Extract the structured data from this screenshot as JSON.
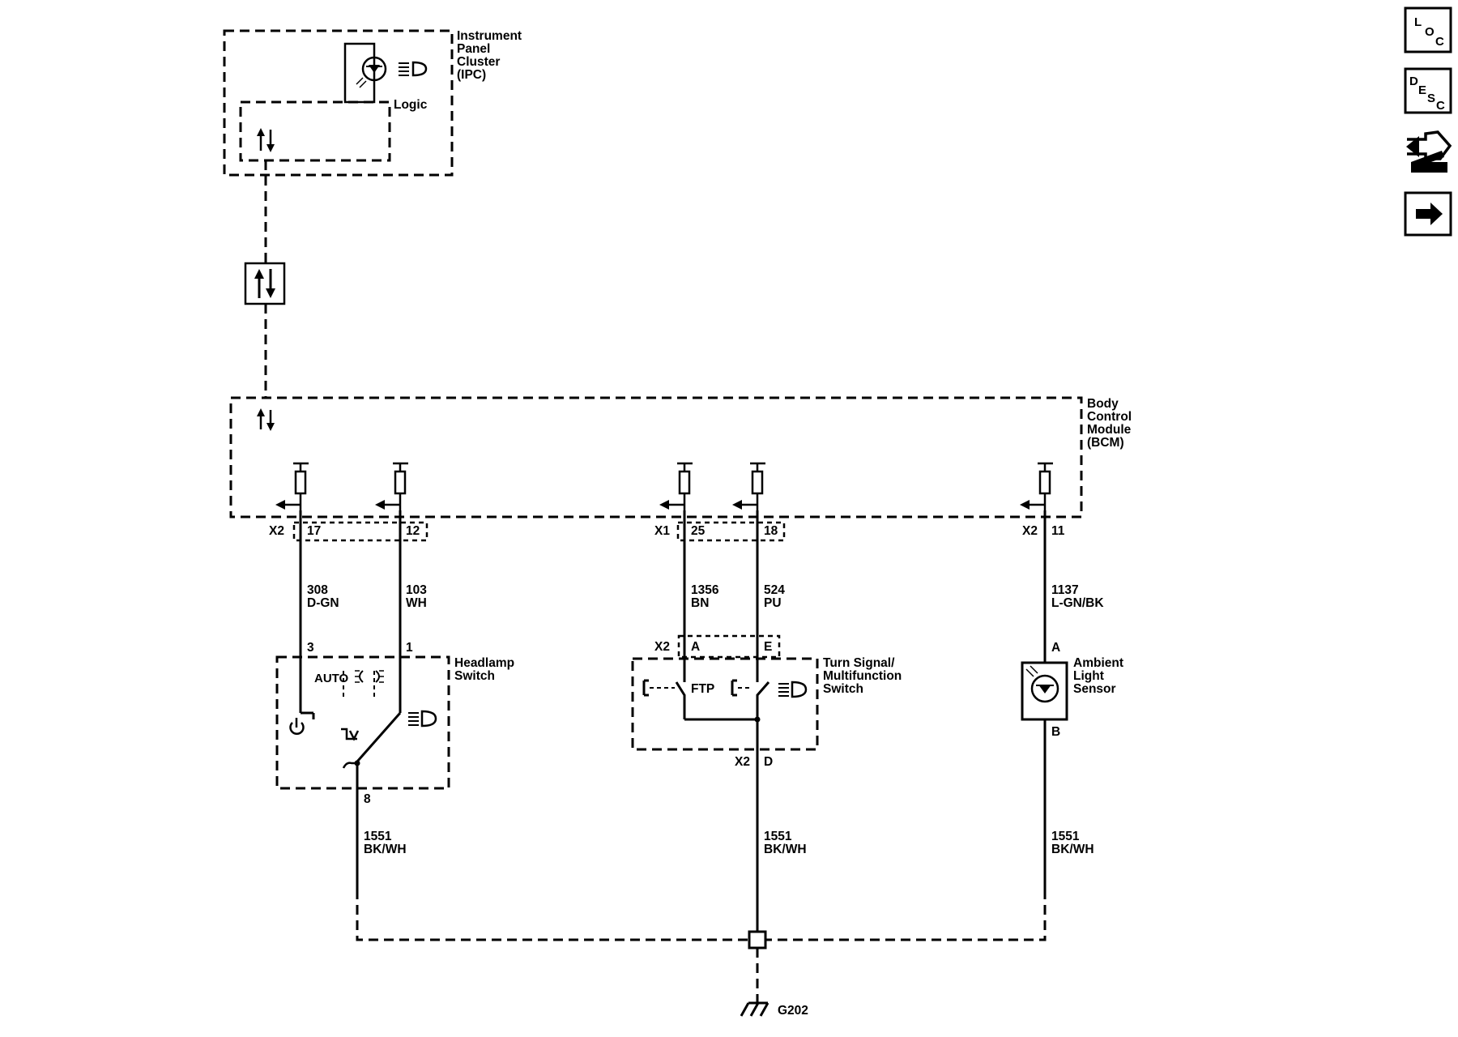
{
  "modules": {
    "ipc": {
      "name_lines": [
        "Instrument",
        "Panel",
        "Cluster",
        "(IPC)"
      ],
      "logic_label": "Logic"
    },
    "bcm": {
      "name_lines": [
        "Body",
        "Control",
        "Module",
        "(BCM)"
      ]
    },
    "headlamp_switch": {
      "name_lines": [
        "Headlamp",
        "Switch"
      ],
      "auto_label": "AUTO"
    },
    "turn_signal_switch": {
      "name_lines": [
        "Turn Signal/",
        "Multifunction",
        "Switch"
      ],
      "ftp_label": "FTP"
    },
    "ambient_light_sensor": {
      "name_lines": [
        "Ambient",
        "Light",
        "Sensor"
      ]
    }
  },
  "connectors": {
    "bcm_x2_left": {
      "id": "X2",
      "pins": [
        "17",
        "12"
      ]
    },
    "bcm_x1": {
      "id": "X1",
      "pins": [
        "25",
        "18"
      ]
    },
    "bcm_x2_right": {
      "id": "X2",
      "pins": [
        "11"
      ]
    },
    "headlamp_switch_pins": [
      "3",
      "1",
      "8"
    ],
    "turn_signal_top": {
      "id": "X2",
      "pins": [
        "A",
        "E"
      ]
    },
    "turn_signal_bottom": {
      "id": "X2",
      "pins": [
        "D"
      ]
    },
    "sensor_pins": [
      "A",
      "B"
    ]
  },
  "wires": {
    "w1": {
      "circuit": "308",
      "color": "D-GN"
    },
    "w2": {
      "circuit": "103",
      "color": "WH"
    },
    "w3": {
      "circuit": "1356",
      "color": "BN"
    },
    "w4": {
      "circuit": "524",
      "color": "PU"
    },
    "w5": {
      "circuit": "1137",
      "color": "L-GN/BK"
    },
    "g1": {
      "circuit": "1551",
      "color": "BK/WH"
    },
    "g2": {
      "circuit": "1551",
      "color": "BK/WH"
    },
    "g3": {
      "circuit": "1551",
      "color": "BK/WH"
    }
  },
  "ground": {
    "id": "G202"
  },
  "nav": {
    "loc": {
      "letters": [
        "L",
        "O",
        "C"
      ]
    },
    "desc": {
      "letters": [
        "D",
        "E",
        "S",
        "C"
      ]
    }
  }
}
